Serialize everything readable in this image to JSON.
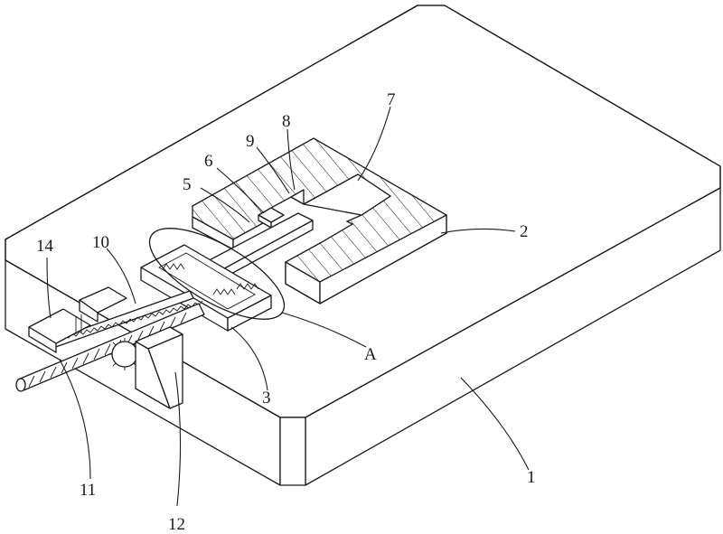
{
  "labels": {
    "l1": "1",
    "l2": "2",
    "l3": "3",
    "l5": "5",
    "l6": "6",
    "l7": "7",
    "l8": "8",
    "l9": "9",
    "l10": "10",
    "l11": "11",
    "l12": "12",
    "l14": "14",
    "lA": "A"
  }
}
